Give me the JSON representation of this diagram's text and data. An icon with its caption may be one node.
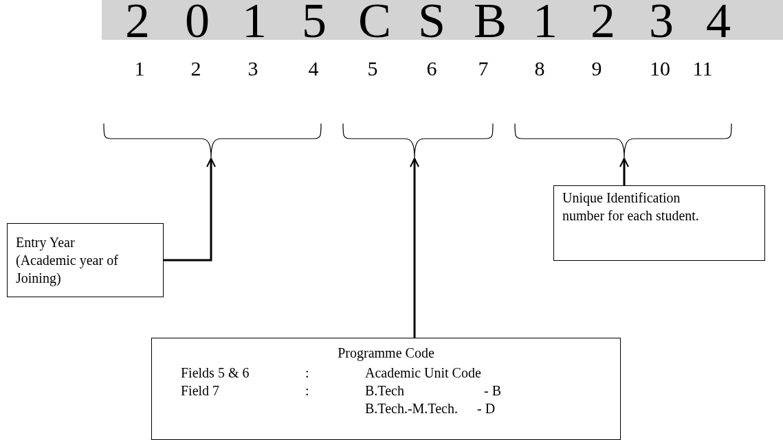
{
  "diagram": {
    "nodes": [
      {
        "text": [],
        "shape": "bracket"
      },
      {
        "text": [],
        "shape": "bracket"
      },
      {
        "text": [],
        "shape": "bracket"
      },
      {
        "text": [
          "Entry Year (Academic year of Joining)"
        ]
      },
      {
        "text": [
          "Unique Identification number for each student."
        ]
      },
      {
        "text": [
          "Programme Code",
          "Fields 5 & 6",
          ":",
          "Academic Unit Code",
          "Field 7",
          ":",
          "B.Tech",
          "- B",
          "B.Tech.-M.Tech.",
          "- D"
        ]
      }
    ],
    "edges": [
      {
        "from": 3,
        "to": 0,
        "arrow": "to"
      },
      {
        "from": 5,
        "to": 1,
        "arrow": "to"
      },
      {
        "from": 4,
        "to": 2,
        "arrow": "to"
      }
    ],
    "labels": [
      "2",
      "0",
      "1",
      "5",
      "C",
      "S",
      "B",
      "1",
      "2",
      "3",
      "4",
      "1",
      "2",
      "3",
      "4",
      "5",
      "6",
      "7",
      "8",
      "9",
      "10",
      "11"
    ]
  }
}
